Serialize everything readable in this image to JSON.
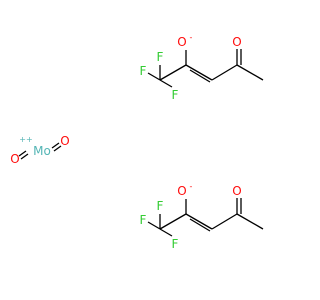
{
  "colors": {
    "bond": "#000000",
    "oxygen": "#ff0d0d",
    "fluorine": "#33cc33",
    "molybdenum": "#54b5b5"
  },
  "center": {
    "metal": "Mo",
    "metal_charge": "++",
    "oxo_1": "O",
    "oxo_2": "O"
  },
  "ligands": [
    {
      "oxide": "O",
      "oxide_charge": "-",
      "carbonyl": "O",
      "fluorines": [
        "F",
        "F",
        "F"
      ]
    },
    {
      "oxide": "O",
      "oxide_charge": "-",
      "carbonyl": "O",
      "fluorines": [
        "F",
        "F",
        "F"
      ]
    }
  ]
}
